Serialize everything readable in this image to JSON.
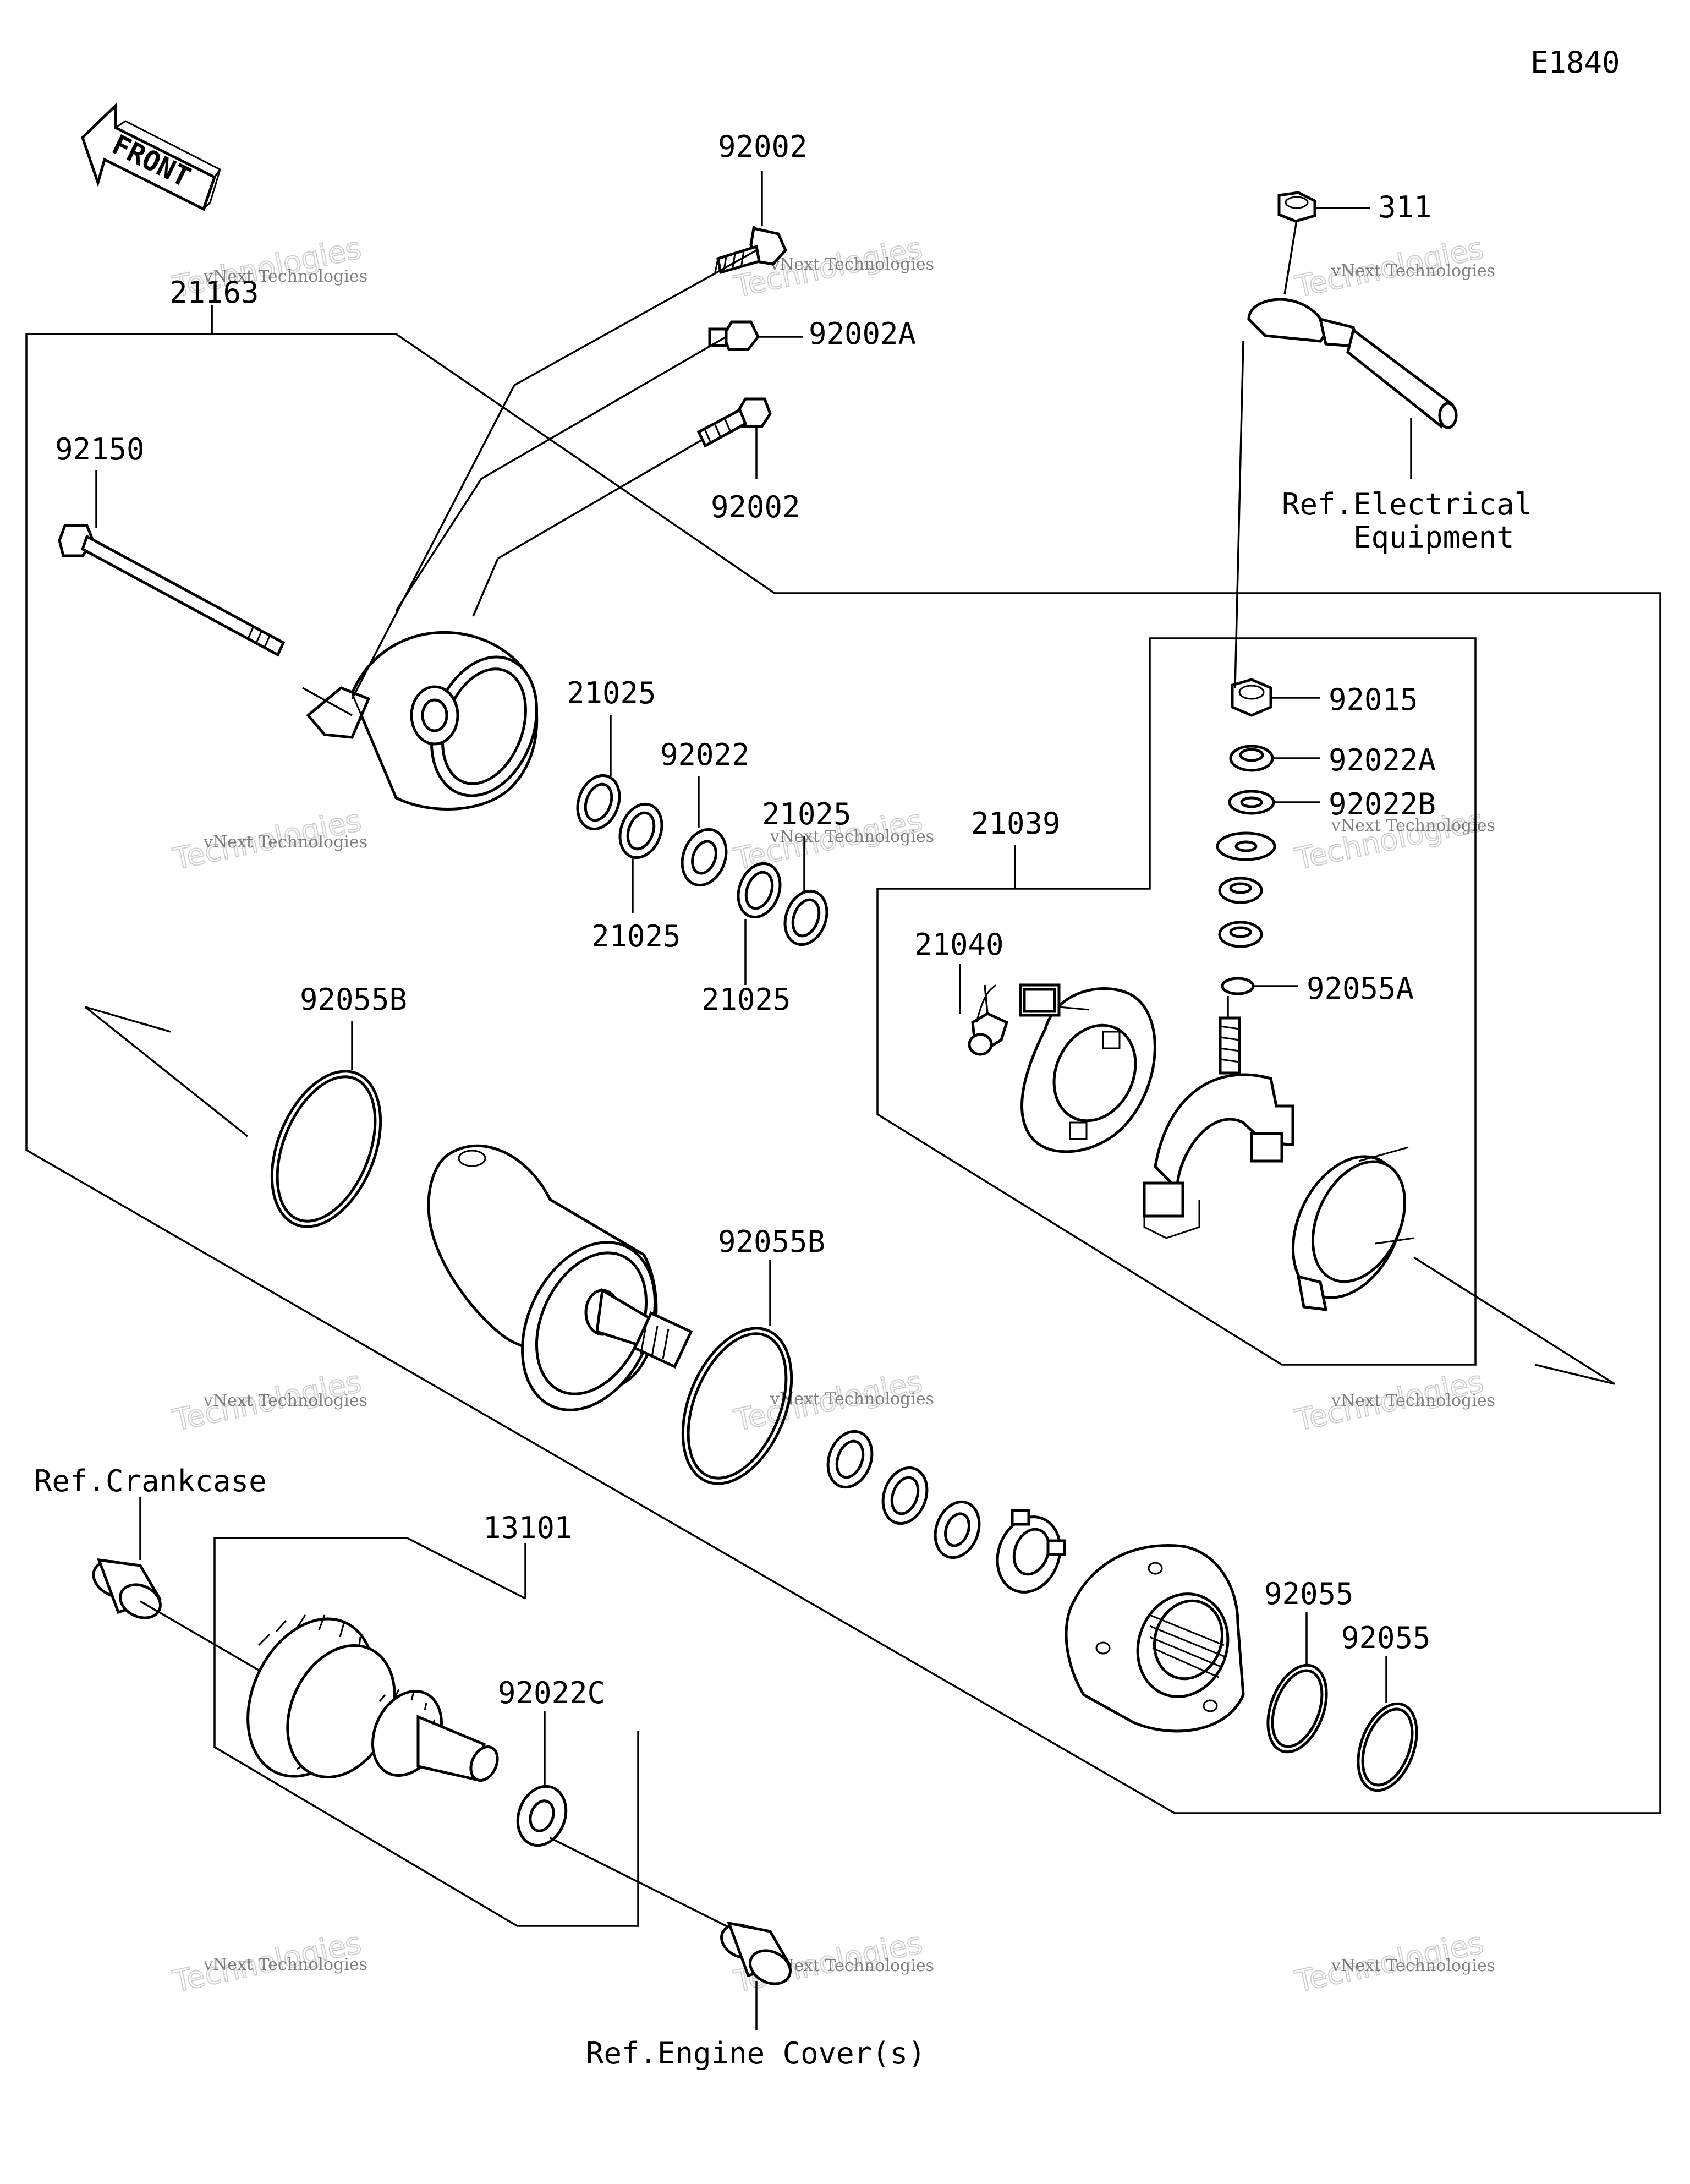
{
  "diagram_code": "E1840",
  "front_label": "FRONT",
  "labels": {
    "p21163": "21163",
    "p92002_top": "92002",
    "p92002A": "92002A",
    "p92002_mid": "92002",
    "p92150": "92150",
    "p311": "311",
    "ref_electrical_1": "Ref.Electrical",
    "ref_electrical_2": "Equipment",
    "p92015": "92015",
    "p92022A": "92022A",
    "p92022B": "92022B",
    "p92055A": "92055A",
    "p21025_a": "21025",
    "p92022": "92022",
    "p21025_b": "21025",
    "p21025_c": "21025",
    "p21025_d": "21025",
    "p21039": "21039",
    "p21040": "21040",
    "p92055B_a": "92055B",
    "p92055B_b": "92055B",
    "ref_crankcase": "Ref.Crankcase",
    "p13101": "13101",
    "p92022C": "92022C",
    "p92055_a": "92055",
    "p92055_b": "92055",
    "ref_engine_cover": "Ref.Engine Cover(s)"
  },
  "watermark": {
    "line1": "vNext Technologies",
    "line2": "Technologies",
    "line3": "vNext"
  },
  "colors": {
    "line": "#000000",
    "background": "#ffffff",
    "watermark": "#cfcfcf"
  }
}
